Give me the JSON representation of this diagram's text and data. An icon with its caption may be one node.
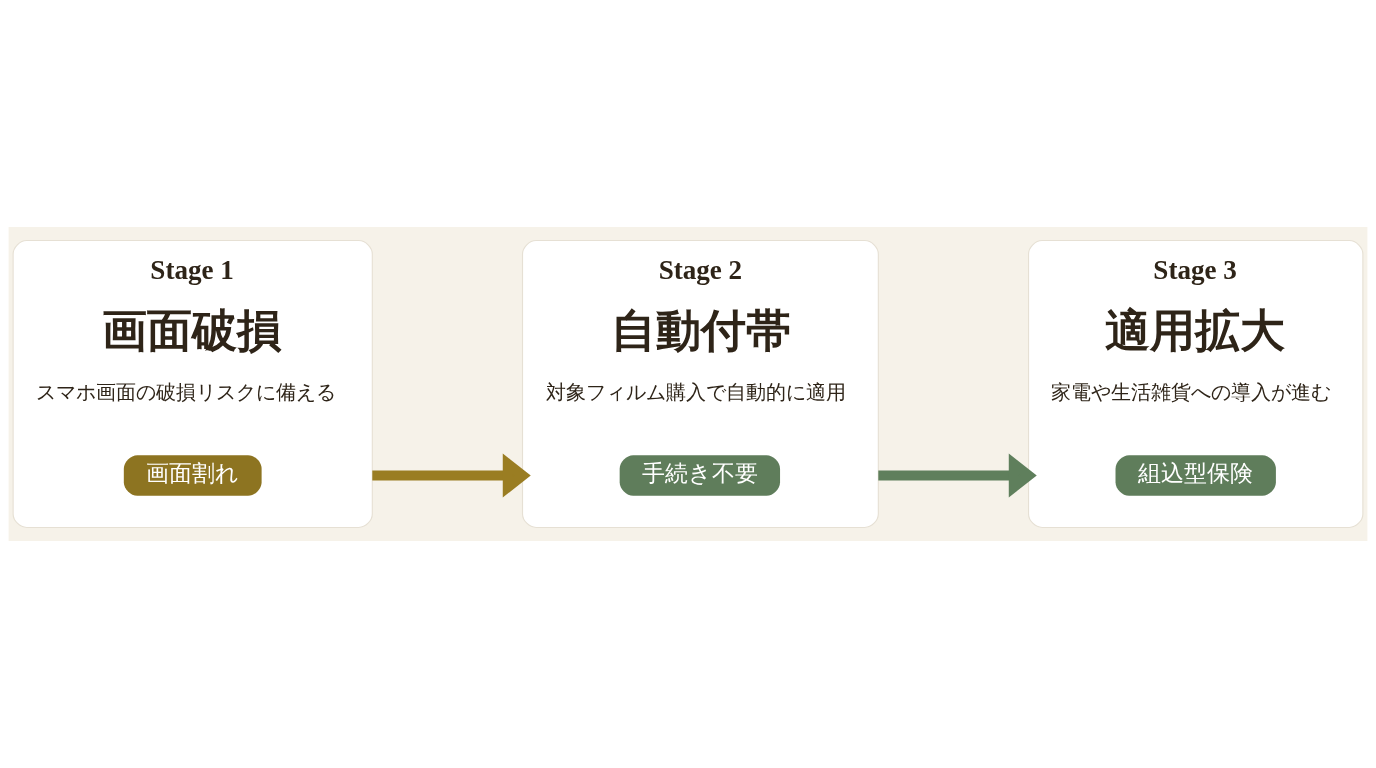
{
  "diagram": {
    "nodes": [
      {
        "text": [
          "Stage 1",
          "画面破損",
          "スマホ画面の破損リスクに備える"
        ]
      },
      {
        "text": [
          "画面割れ"
        ],
        "in": 0
      },
      {
        "text": [
          "Stage 2",
          "自動付帯",
          "対象フィルム購入で自動的に適用"
        ]
      },
      {
        "text": [
          "手続き不要"
        ],
        "in": 2
      },
      {
        "text": [
          "Stage 3",
          "適用拡大",
          "家電や生活雑貨への導入が進む"
        ]
      },
      {
        "text": [
          "組込型保険"
        ],
        "in": 4
      }
    ],
    "edges": [
      {
        "from": 0,
        "to": 2,
        "arrow": "to",
        "color": "#9a7d22"
      },
      {
        "from": 2,
        "to": 4,
        "arrow": "to",
        "color": "#5f7f5c"
      }
    ]
  }
}
